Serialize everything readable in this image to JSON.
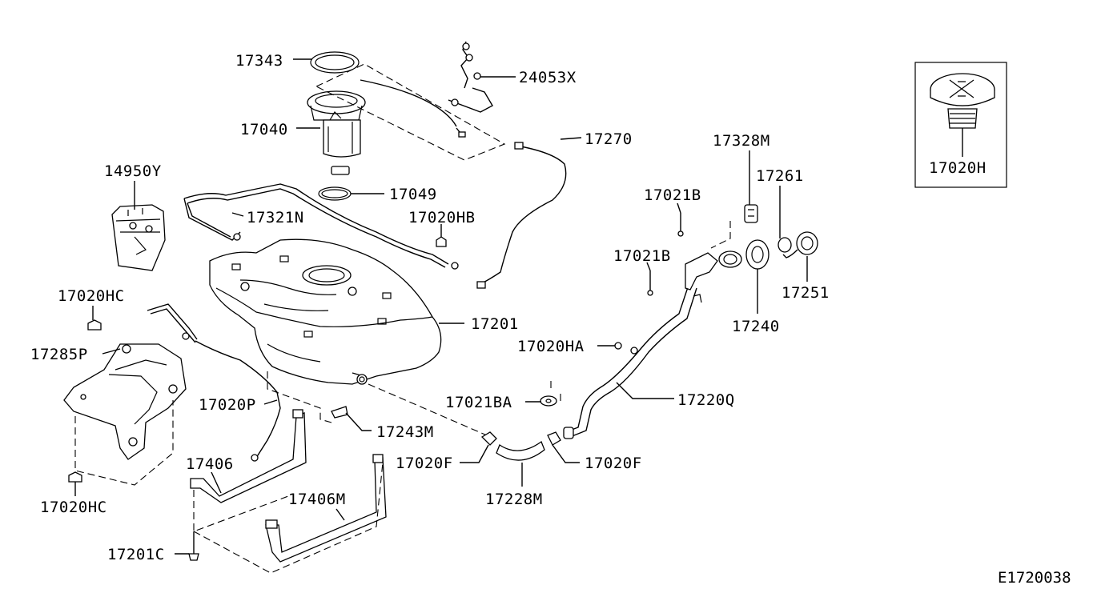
{
  "labels": {
    "p17343": "17343",
    "p24053x": "24053X",
    "p17040": "17040",
    "p17270": "17270",
    "p14950y": "14950Y",
    "p17049": "17049",
    "p17321n": "17321N",
    "p17020hb": "17020HB",
    "p17328m": "17328M",
    "p17261": "17261",
    "p17021b_top": "17021B",
    "p17021b_mid": "17021B",
    "p17251": "17251",
    "p17240": "17240",
    "p17020hc_top": "17020HC",
    "p17201": "17201",
    "p17285p": "17285P",
    "p17020ha": "17020HA",
    "p17220q": "17220Q",
    "p17021ba": "17021BA",
    "p17020p": "17020P",
    "p17243m": "17243M",
    "p17406": "17406",
    "p17020f_left": "17020F",
    "p17020f_right": "17020F",
    "p17406m": "17406M",
    "p17228m": "17228M",
    "p17020hc_bottom": "17020HC",
    "p17201c": "17201C",
    "p17020h": "17020H"
  },
  "reference_code": "E1720038"
}
